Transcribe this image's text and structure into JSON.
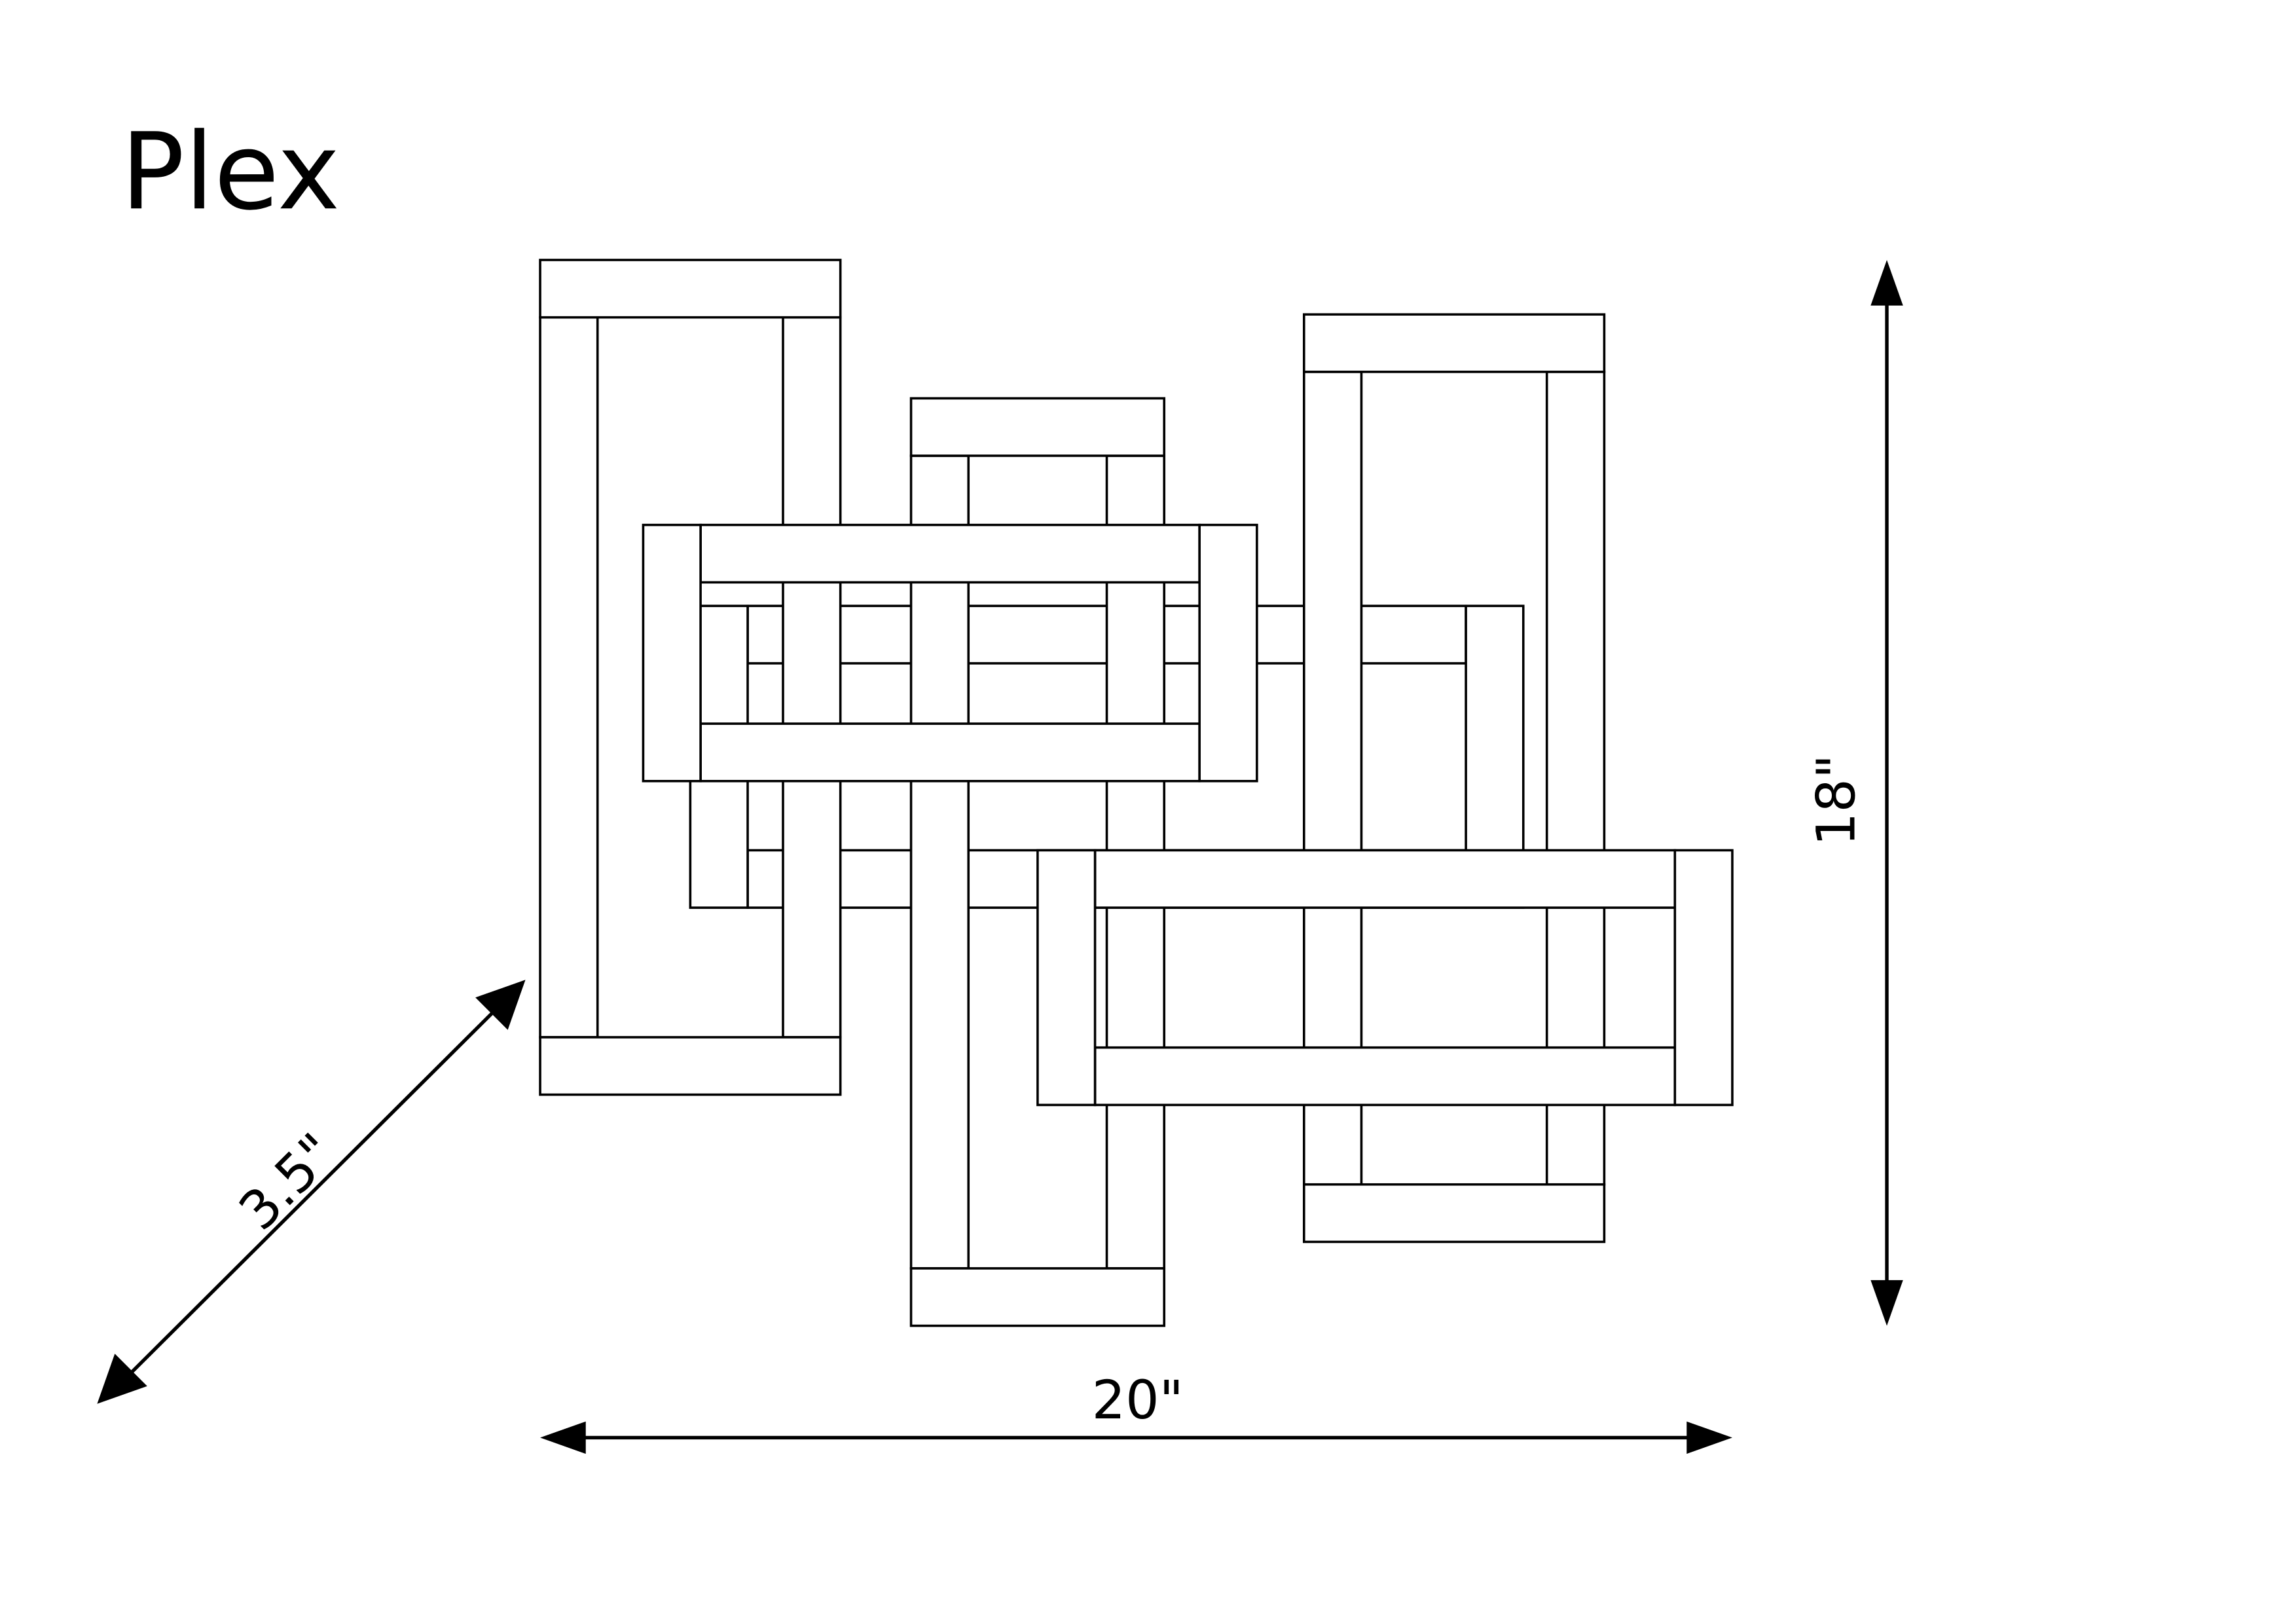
{
  "diagram": {
    "title": "Plex",
    "dimensions": {
      "width_label": "20\"",
      "height_label": "18\"",
      "depth_label": "3.5\""
    },
    "colors": {
      "line": "#000000",
      "background": "#ffffff"
    }
  }
}
